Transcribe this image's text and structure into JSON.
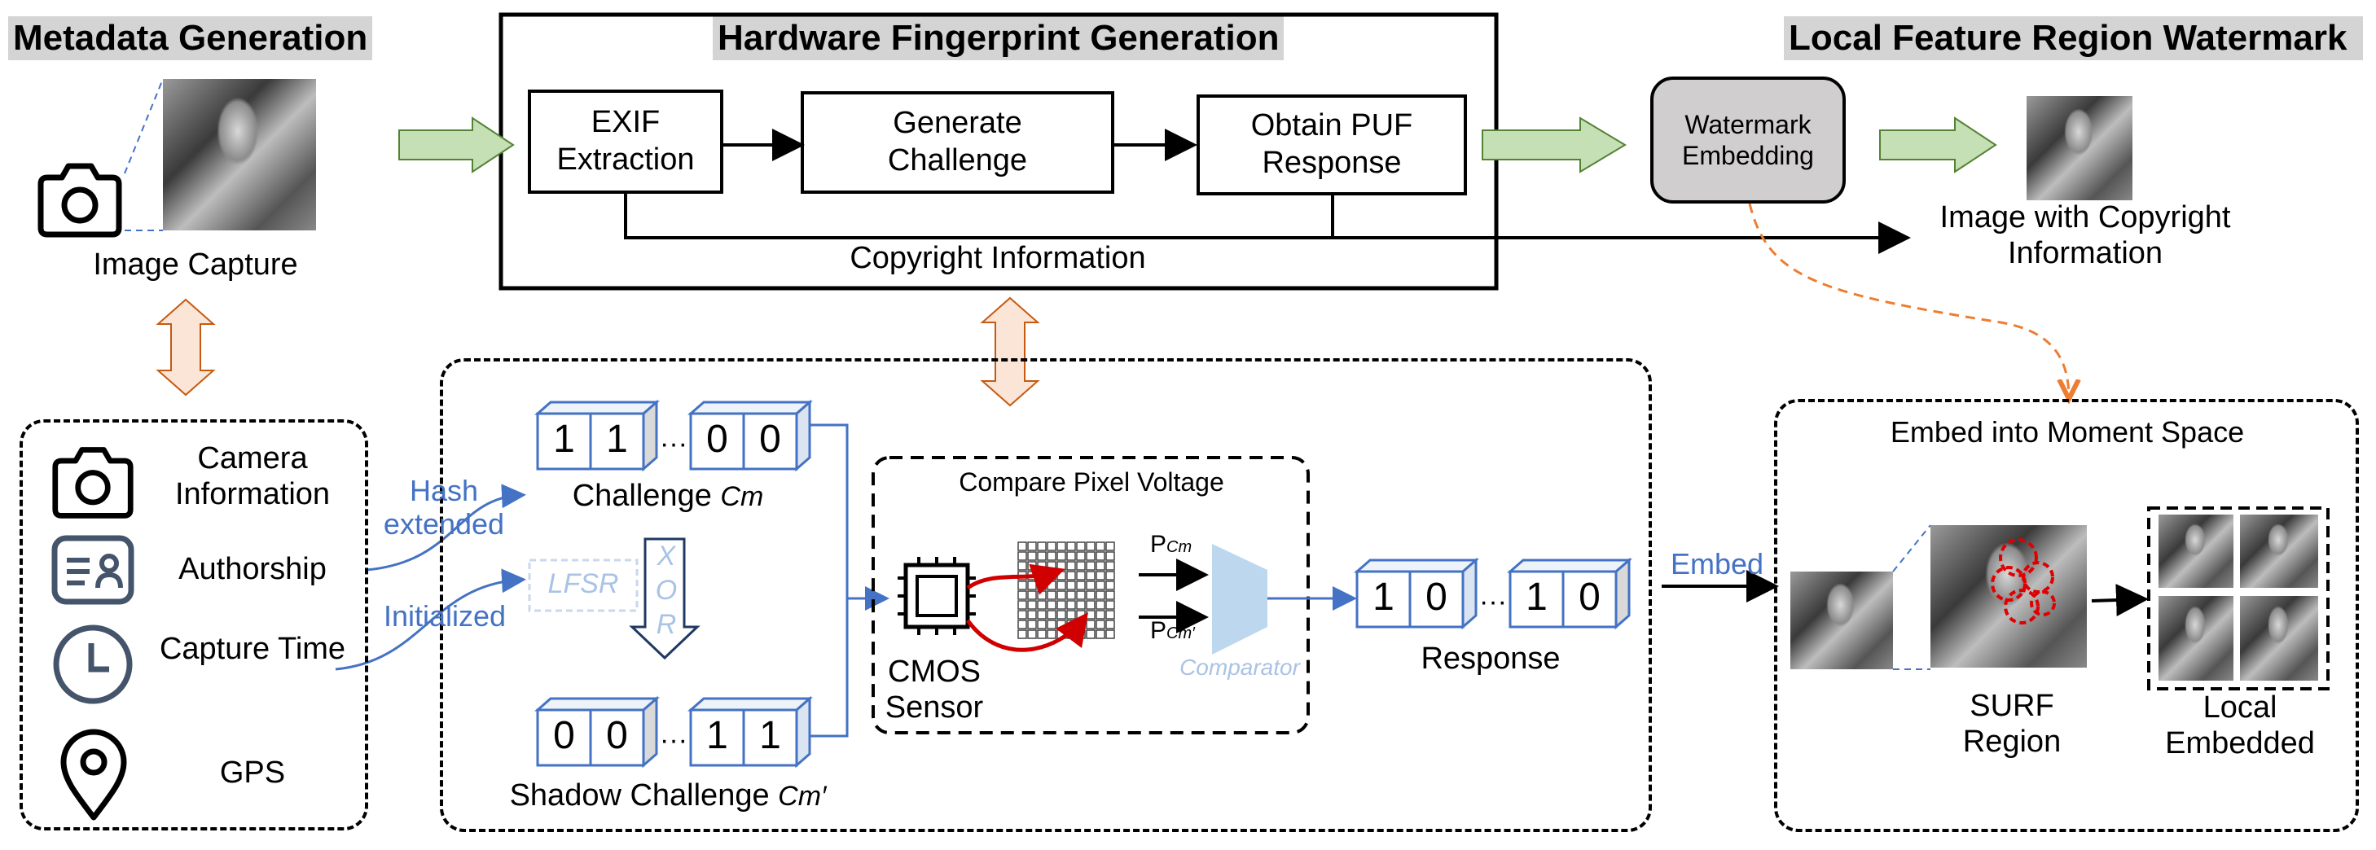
{
  "sections": {
    "metadata": "Metadata Generation",
    "hardware": "Hardware Fingerprint Generation",
    "local": "Local Feature Region Watermark"
  },
  "capture": {
    "label": "Image Capture"
  },
  "metadata_items": [
    {
      "label": "Camera Information",
      "icon": "camera-icon"
    },
    {
      "label": "Authorship",
      "icon": "id-card-icon"
    },
    {
      "label": "Capture Time",
      "icon": "clock-icon"
    },
    {
      "label": "GPS",
      "icon": "location-pin-icon"
    }
  ],
  "flow": {
    "exif": "EXIF Extraction",
    "challenge": "Generate Challenge",
    "puf": "Obtain PUF Response",
    "copyright": "Copyright Information",
    "watermark": "Watermark Embedding",
    "image_with": "Image with Copyright Information"
  },
  "puf": {
    "hash": "Hash extended",
    "initialized": "Initialized",
    "challenge_label": "Challenge ",
    "challenge_sym": "Cm",
    "lfsr": "LFSR",
    "xor": [
      "X",
      "O",
      "R"
    ],
    "shadow_label": "Shadow Challenge ",
    "shadow_sym": "Cm′",
    "challenge_bits": [
      "1",
      "1",
      "0",
      "0"
    ],
    "shadow_bits": [
      "0",
      "0",
      "1",
      "1"
    ],
    "compare": "Compare Pixel Voltage",
    "cmos": "CMOS Sensor",
    "p_main": "P",
    "p_cm": "Cm",
    "p_cm2": "Cm′",
    "comparator": "Comparator",
    "response_bits": [
      "1",
      "0",
      "1",
      "0"
    ],
    "response": "Response",
    "ellipsis": "···"
  },
  "moment": {
    "title": "Embed into Moment Space",
    "embed": "Embed",
    "surf": "SURF Region",
    "local": "Local Embedded"
  },
  "colors": {
    "accent_blue": "#4472c4",
    "green_arrow": "#c5e0b4",
    "peach_arrow": "#fbe5d6",
    "orange": "#ed7d31"
  }
}
